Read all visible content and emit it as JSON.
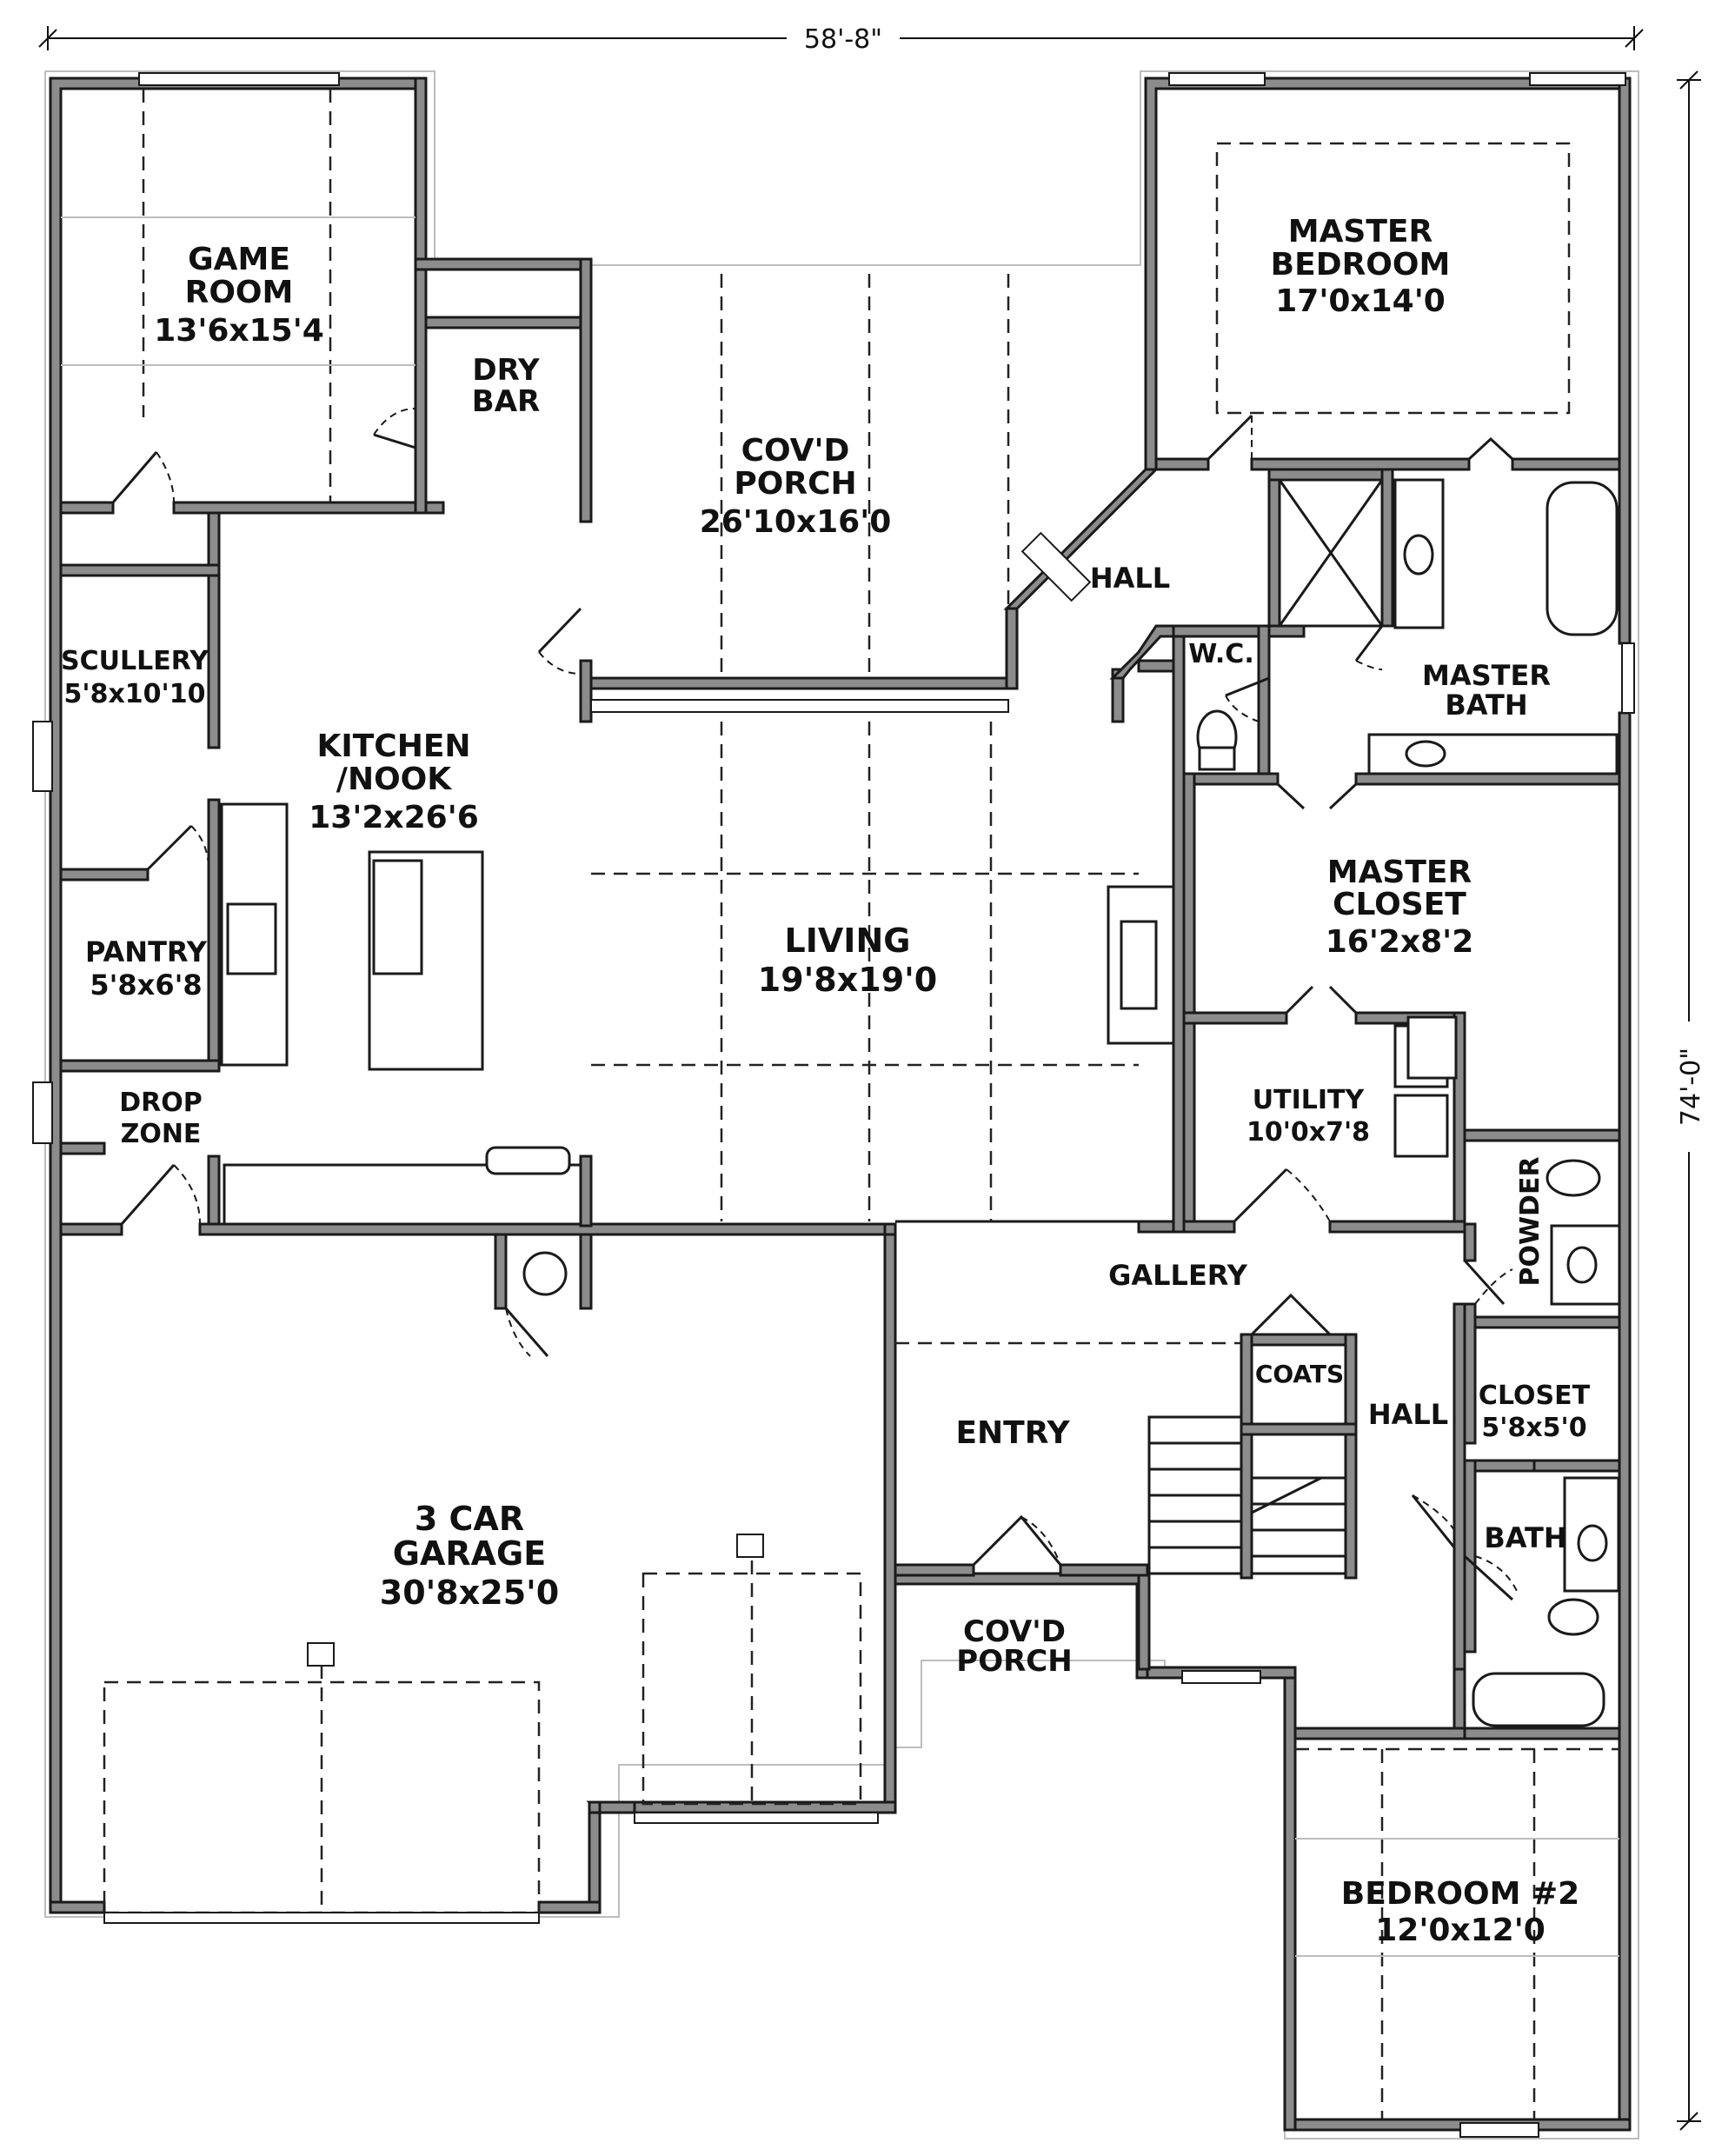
{
  "plan": {
    "overall_width": "58'-8\"",
    "overall_depth": "74'-0\"",
    "rooms": {
      "game_room": {
        "name_1": "GAME",
        "name_2": "ROOM",
        "size": "13'6x15'4"
      },
      "dry_bar": {
        "name_1": "DRY",
        "name_2": "BAR"
      },
      "covd_porch_rear": {
        "name_1": "COV'D",
        "name_2": "PORCH",
        "size": "26'10x16'0"
      },
      "master_bedroom": {
        "name_1": "MASTER",
        "name_2": "BEDROOM",
        "size": "17'0x14'0"
      },
      "hall_master": {
        "name": "HALL"
      },
      "wc": {
        "name": "W.C."
      },
      "master_bath": {
        "name_1": "MASTER",
        "name_2": "BATH"
      },
      "scullery": {
        "name": "SCULLERY",
        "size": "5'8x10'10"
      },
      "kitchen": {
        "name_1": "KITCHEN",
        "name_2": "/NOOK",
        "size": "13'2x26'6"
      },
      "pantry": {
        "name": "PANTRY",
        "size": "5'8x6'8"
      },
      "living": {
        "name": "LIVING",
        "size": "19'8x19'0"
      },
      "master_closet": {
        "name_1": "MASTER",
        "name_2": "CLOSET",
        "size": "16'2x8'2"
      },
      "utility": {
        "name": "UTILITY",
        "size": "10'0x7'8"
      },
      "drop_zone": {
        "name_1": "DROP",
        "name_2": "ZONE"
      },
      "powder": {
        "name": "POWDER"
      },
      "gallery": {
        "name": "GALLERY"
      },
      "coats": {
        "name": "COATS"
      },
      "hall_front": {
        "name": "HALL"
      },
      "closet": {
        "name": "CLOSET",
        "size": "5'8x5'0"
      },
      "entry": {
        "name": "ENTRY"
      },
      "bath": {
        "name": "BATH"
      },
      "garage": {
        "name_1": "3 CAR",
        "name_2": "GARAGE",
        "size": "30'8x25'0"
      },
      "covd_porch_front": {
        "name_1": "COV'D",
        "name_2": "PORCH"
      },
      "bedroom2": {
        "name": "BEDROOM #2",
        "size": "12'0x12'0"
      }
    }
  }
}
